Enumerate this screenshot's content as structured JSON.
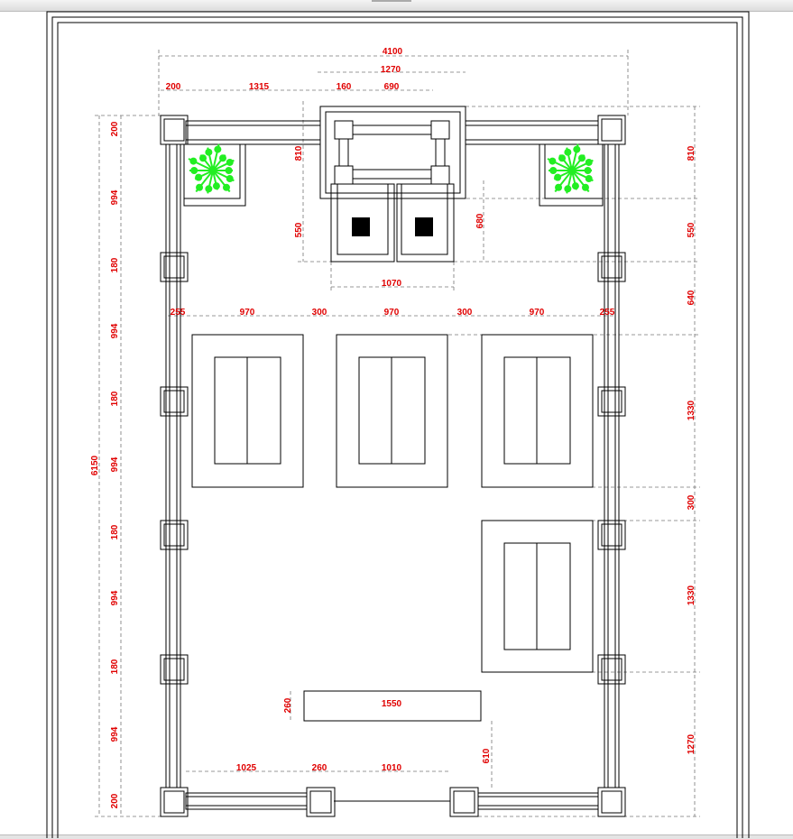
{
  "viewer": {
    "title": ""
  },
  "drawing": {
    "colors": {
      "dimension": "#e00000",
      "tree": "#22ee22",
      "line": "#000000"
    },
    "dims": {
      "top": [
        "4100",
        "1270",
        "200",
        "1315",
        "160",
        "690"
      ],
      "left": [
        "200",
        "994",
        "180",
        "994",
        "180",
        "994",
        "180",
        "994",
        "180",
        "994",
        "200",
        "6150"
      ],
      "center": [
        "810",
        "550",
        "680",
        "1070"
      ],
      "row": [
        "255",
        "970",
        "300",
        "970",
        "300",
        "970",
        "255"
      ],
      "right": [
        "810",
        "550",
        "640",
        "1330",
        "300",
        "1330",
        "1270"
      ],
      "bottom": [
        "260",
        "1550",
        "610",
        "1025",
        "260",
        "1010"
      ]
    }
  }
}
